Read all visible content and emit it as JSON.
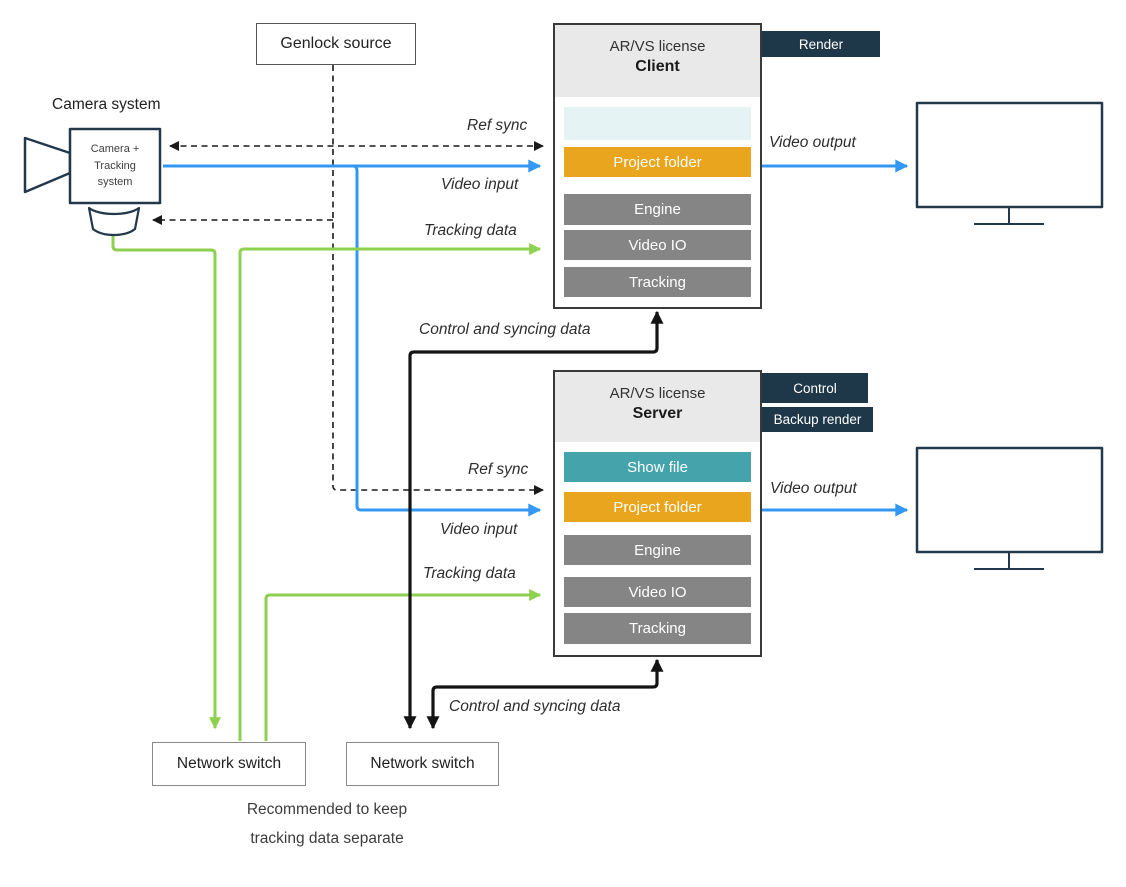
{
  "nodes": {
    "camera": {
      "label": "Camera system",
      "body_lines": [
        "Camera +",
        "Tracking",
        "system"
      ]
    },
    "genlock": {
      "label": "Genlock source"
    },
    "client": {
      "license": "AR/VS license",
      "role": "Client",
      "modules": [
        "Project folder",
        "Engine",
        "Video IO",
        "Tracking"
      ],
      "badges": [
        "Render"
      ]
    },
    "server": {
      "license": "AR/VS license",
      "role": "Server",
      "modules": [
        "Show file",
        "Project folder",
        "Engine",
        "Video IO",
        "Tracking"
      ],
      "badges": [
        "Control",
        "Backup render"
      ]
    },
    "switch_left": {
      "label": "Network switch"
    },
    "switch_right": {
      "label": "Network switch"
    },
    "note_lines": [
      "Recommended to keep",
      "tracking data separate"
    ]
  },
  "edge_labels": {
    "client_ref_sync": "Ref sync",
    "client_video_input": "Video input",
    "client_tracking_data": "Tracking data",
    "client_video_output": "Video output",
    "client_control": "Control and syncing data",
    "server_ref_sync": "Ref sync",
    "server_video_input": "Video input",
    "server_tracking_data": "Tracking data",
    "server_video_output": "Video output",
    "server_control": "Control and syncing data"
  },
  "colors": {
    "accent_orange": "#E8A51D",
    "accent_teal": "#45A3AC",
    "navy": "#1E3749",
    "module_gray": "#858585",
    "empty_slot_blue": "#E6F3F5",
    "line_blue": "#3398F2",
    "line_green": "#8ED04F",
    "line_black": "#141414",
    "header_gray": "#E9E9E9"
  }
}
